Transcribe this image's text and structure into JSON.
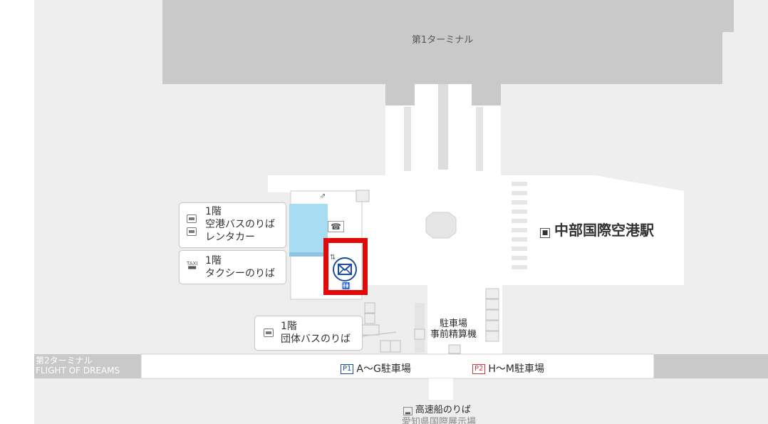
{
  "terminal1": "第1ターミナル",
  "station": "中部国際空港駅",
  "terminal2": {
    "line1": "第2ターミナル",
    "line2": "FLIGHT OF DREAMS"
  },
  "callouts": {
    "bus_rental": {
      "floor": "1階",
      "line1": "空港バスのりば",
      "line2": "レンタカー"
    },
    "taxi": {
      "floor": "1階",
      "line1": "タクシーのりば",
      "icon_text": "TAXI"
    },
    "group_bus": {
      "floor": "1階",
      "line1": "団体バスのりば"
    }
  },
  "parking_machine": {
    "line1": "駐車場",
    "line2": "事前精算機"
  },
  "parking": {
    "ag": {
      "badge": "P1",
      "label": "A〜G駐車場"
    },
    "hm": {
      "badge": "P2",
      "label": "H〜M駐車場"
    }
  },
  "ferry": {
    "label": "高速船のりば",
    "line2": "愛知県国際展示場"
  },
  "icons": {
    "highlighted": "mail-icon",
    "others": [
      "escalator-icon",
      "elevator-icon",
      "restroom-icon",
      "phone-icon",
      "bus-icon",
      "taxi-icon",
      "car-icon",
      "train-icon"
    ]
  },
  "colors": {
    "highlight": "#e00a0a",
    "mail_icon": "#1c4da1",
    "water": "#a8dcf3",
    "p1": "#1c4da1",
    "p2": "#d9363e"
  }
}
